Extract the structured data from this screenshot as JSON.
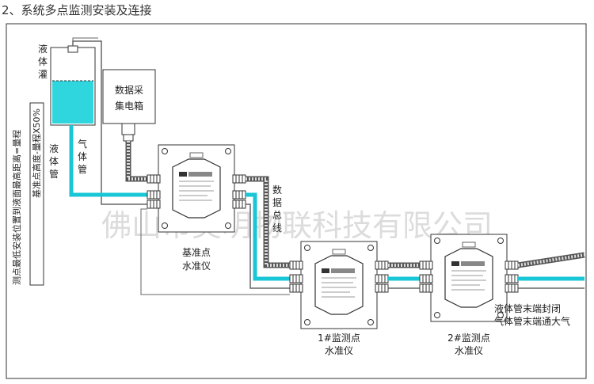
{
  "heading": "2、系统多点监测安装及连接",
  "liquid_tank": [
    "液",
    "体",
    "灌"
  ],
  "liquid_pipe": [
    "液",
    "体",
    "管"
  ],
  "gas_pipe": [
    "气",
    "体",
    "管"
  ],
  "vertical_note_1": "测点最低安装位置到液面最高距离=量程",
  "vertical_note_2": "基准点高度-量程X50%",
  "data_box": [
    "数据采",
    "集电箱"
  ],
  "data_bus": [
    "数",
    "据",
    "总",
    "线"
  ],
  "reference_unit": [
    "基准点",
    "水准仪"
  ],
  "monitor_1": [
    "1#监测点",
    "水准仪"
  ],
  "monitor_2": [
    "2#监测点",
    "水准仪"
  ],
  "pipe_end_notes": [
    "液体管末端封闭",
    "气体管末端通大气"
  ],
  "watermark": "佛山市昊明物联科技有限公司",
  "colors": {
    "liquid": "#19c6d6",
    "liquid_tank_fill": "#2fd6dd",
    "outline": "#333333",
    "cable": "#777777",
    "watermark": "#dcdcdc"
  }
}
